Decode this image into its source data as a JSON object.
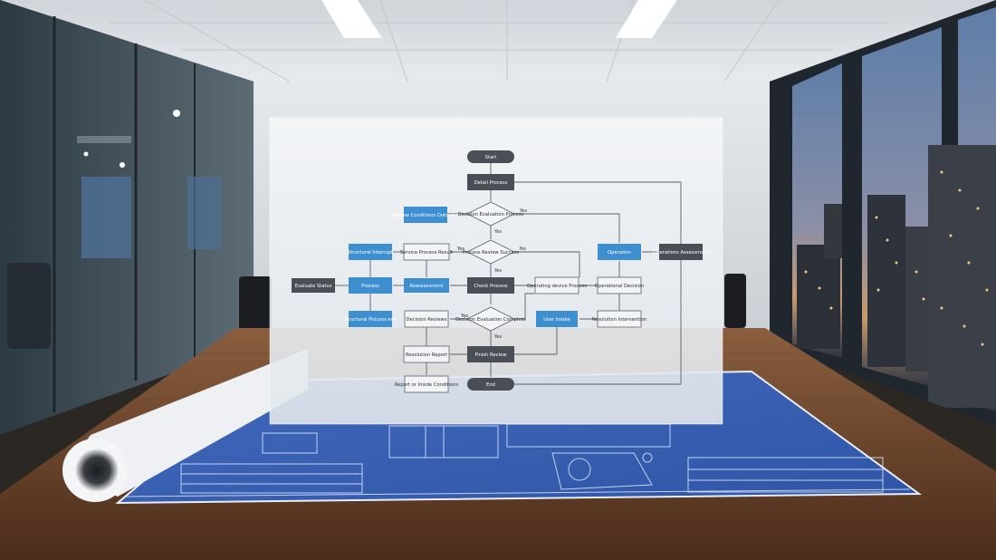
{
  "scene": {
    "description_colors": {
      "wall": "#dfe4ea",
      "ceiling": "#e9ecef",
      "table": "#5b3a26",
      "blueprint": "#3a63b8",
      "flow_dark": "#4a4f57",
      "flow_blue": "#3e8fd0",
      "flow_outline": "#f3f4f6",
      "panel": "#eef1f4"
    }
  },
  "flowchart": {
    "nodes": [
      {
        "id": "start",
        "label": "Start",
        "style": "terminal"
      },
      {
        "id": "n1",
        "label": "Detail Process",
        "style": "dark"
      },
      {
        "id": "d1",
        "label": "Decision Evaluation Process",
        "style": "decision"
      },
      {
        "id": "b1",
        "label": "Review Conditions Outcome",
        "style": "blue"
      },
      {
        "id": "d2",
        "label": "Process Review Success",
        "style": "decision"
      },
      {
        "id": "o1",
        "label": "Service Process Result",
        "style": "outline"
      },
      {
        "id": "b2",
        "label": "Structural Interrupt",
        "style": "blue"
      },
      {
        "id": "r1",
        "label": "Evaluate Status",
        "style": "dark"
      },
      {
        "id": "b3",
        "label": "Process",
        "style": "blue"
      },
      {
        "id": "b4",
        "label": "Reassessment",
        "style": "blue"
      },
      {
        "id": "n2",
        "label": "Check Process",
        "style": "dark"
      },
      {
        "id": "o2",
        "label": "Operating device Process",
        "style": "outline"
      },
      {
        "id": "o3",
        "label": "Operational Decision",
        "style": "outline"
      },
      {
        "id": "b5",
        "label": "Operation",
        "style": "blue"
      },
      {
        "id": "g1",
        "label": "Operations Assessment",
        "style": "dark"
      },
      {
        "id": "b6",
        "label": "Structural Process end",
        "style": "blue"
      },
      {
        "id": "o4",
        "label": "Decision Reviews",
        "style": "outline"
      },
      {
        "id": "d3",
        "label": "Decision Evaluation Complete",
        "style": "decision"
      },
      {
        "id": "b7",
        "label": "User Intake",
        "style": "blue"
      },
      {
        "id": "o5",
        "label": "Resolution Intervention",
        "style": "outline"
      },
      {
        "id": "o6",
        "label": "Resolution Report",
        "style": "outline"
      },
      {
        "id": "n3",
        "label": "Finish Review",
        "style": "dark"
      },
      {
        "id": "o7",
        "label": "Report or Inside Conditions",
        "style": "outline"
      },
      {
        "id": "end",
        "label": "End",
        "style": "terminal"
      }
    ],
    "edge_labels": {
      "yes": "Yes",
      "no": "No"
    }
  }
}
